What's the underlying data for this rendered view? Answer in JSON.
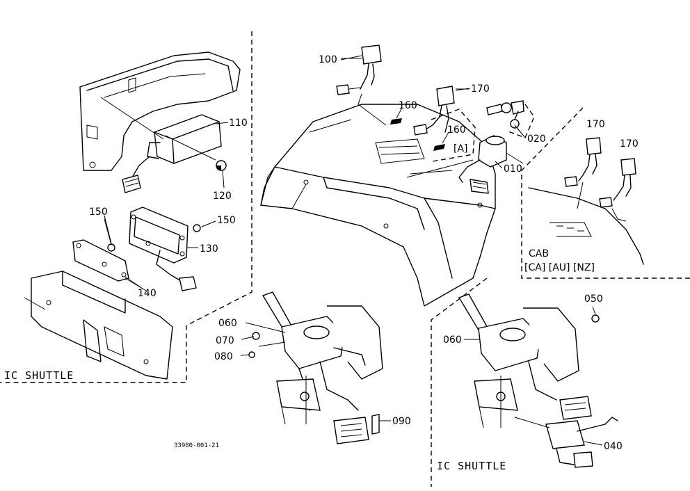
{
  "labels": {
    "p100": "100",
    "p110": "110",
    "p120": "120",
    "p150a": "150",
    "p150b": "150",
    "p130": "130",
    "p140": "140",
    "p170a": "170",
    "p160a": "160",
    "p160b": "160",
    "p_a": "[A]",
    "p020": "020",
    "p010": "010",
    "p170b": "170",
    "p170c": "170",
    "cab": "CAB",
    "cab_regions": "[CA] [AU] [NZ]",
    "p060a": "060",
    "p070": "070",
    "p080": "080",
    "p090": "090",
    "p060b": "060",
    "p050": "050",
    "p040": "040",
    "ic_shuttle_left": "IC SHUTTLE",
    "ic_shuttle_right": "IC SHUTTLE",
    "drawing_number": "33980-001-21"
  }
}
